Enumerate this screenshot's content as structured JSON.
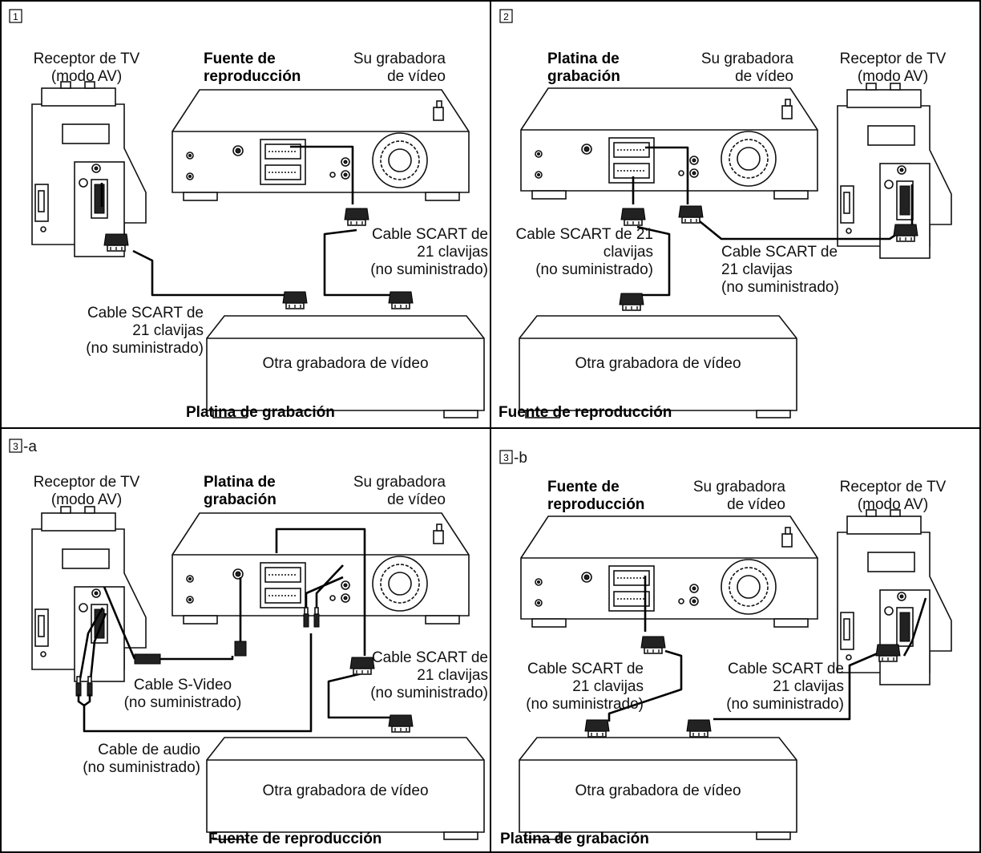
{
  "panels": [
    {
      "id": "1",
      "number": "1",
      "suffix": "",
      "tv_label": [
        "Receptor de TV",
        "(modo AV)"
      ],
      "source_label": [
        "Fuente de",
        "reproducción"
      ],
      "vcr_label": [
        "Su grabadora",
        "de vídeo"
      ],
      "cable_a": [
        "Cable SCART de",
        "21 clavijas",
        "(no suministrado)"
      ],
      "cable_b": [
        "Cable SCART de",
        "21 clavijas",
        "(no suministrado)"
      ],
      "other_vcr": "Otra grabadora de vídeo",
      "bottom_label": "Platina de grabación"
    },
    {
      "id": "2",
      "number": "2",
      "suffix": "",
      "tv_label": [
        "Receptor de TV",
        "(modo AV)"
      ],
      "source_label": [
        "Platina de",
        "grabación"
      ],
      "vcr_label": [
        "Su grabadora",
        "de vídeo"
      ],
      "cable_a": [
        "Cable SCART de 21",
        "clavijas",
        "(no suministrado)"
      ],
      "cable_b": [
        "Cable SCART de",
        "21 clavijas",
        "(no suministrado)"
      ],
      "other_vcr": "Otra grabadora de vídeo",
      "bottom_label": "Fuente de reproducción"
    },
    {
      "id": "3a",
      "number": "3",
      "suffix": "-a",
      "tv_label": [
        "Receptor de TV",
        "(modo AV)"
      ],
      "source_label": [
        "Platina de",
        "grabación"
      ],
      "vcr_label": [
        "Su grabadora",
        "de vídeo"
      ],
      "cable_a": [
        "Cable SCART de",
        "21 clavijas",
        "(no suministrado)"
      ],
      "svideo": [
        "Cable S-Video",
        "(no suministrado)"
      ],
      "audio": [
        "Cable de audio",
        "(no suministrado)"
      ],
      "other_vcr": "Otra grabadora de vídeo",
      "bottom_label": "Fuente de reproducción"
    },
    {
      "id": "3b",
      "number": "3",
      "suffix": "-b",
      "tv_label": [
        "Receptor de TV",
        "(modo AV)"
      ],
      "source_label": [
        "Fuente de",
        "reproducción"
      ],
      "vcr_label": [
        "Su grabadora",
        "de vídeo"
      ],
      "cable_a": [
        "Cable SCART de",
        "21 clavijas",
        "(no suministrado)"
      ],
      "cable_b": [
        "Cable SCART de",
        "21 clavijas",
        "(no suministrado)"
      ],
      "other_vcr": "Otra grabadora de vídeo",
      "bottom_label": "Platina de grabación"
    }
  ]
}
